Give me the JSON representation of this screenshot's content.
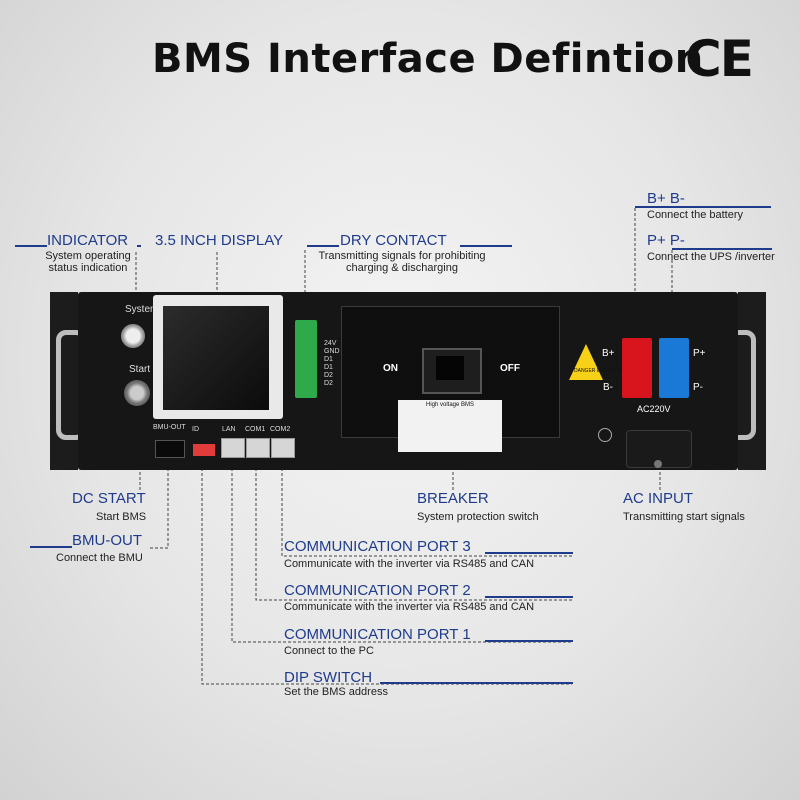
{
  "title": "BMS Interface Defintion",
  "cert_mark": "CE",
  "panel": {
    "system_label": "System",
    "start_label": "Start",
    "bmu_out_label": "BMU-OUT",
    "id_label": "ID",
    "lan_label": "LAN",
    "com1_label": "COM1",
    "com2_label": "COM2",
    "dry_contact_pins": [
      "24V",
      "GND",
      "D1",
      "D1",
      "D2",
      "D2"
    ],
    "breaker_on": "ON",
    "breaker_off": "OFF",
    "nameplate_title": "High voltage BMS",
    "bplus": "B+",
    "bminus": "B-",
    "pplus": "P+",
    "pminus": "P-",
    "ac_label": "AC220V",
    "warning_text": "DANGER ELECTRIC"
  },
  "callouts": {
    "indicator": {
      "label": "INDICATOR",
      "desc1": "System operating",
      "desc2": "status indication"
    },
    "display": {
      "label": "3.5 INCH DISPLAY"
    },
    "dry_contact": {
      "label": "DRY CONTACT",
      "desc1": "Transmitting signals for prohibiting",
      "desc2": "charging & discharging"
    },
    "bplus_bminus": {
      "label": "B+ B-",
      "desc": "Connect the battery"
    },
    "pplus_pminus": {
      "label": "P+ P-",
      "desc": "Connect the UPS /inverter"
    },
    "dc_start": {
      "label": "DC START",
      "desc": "Start BMS"
    },
    "bmu_out": {
      "label": "BMU-OUT",
      "desc": "Connect the BMU"
    },
    "breaker": {
      "label": "BREAKER",
      "desc": "System protection switch"
    },
    "ac_input": {
      "label": "AC INPUT",
      "desc": "Transmitting start signals"
    },
    "com3": {
      "label": "COMMUNICATION PORT 3",
      "desc": "Communicate with the inverter via RS485 and CAN"
    },
    "com2": {
      "label": "COMMUNICATION PORT 2",
      "desc": "Communicate with the inverter via RS485 and CAN"
    },
    "com1": {
      "label": "COMMUNICATION PORT 1",
      "desc": "Connect to the PC"
    },
    "dip": {
      "label": "DIP SWITCH",
      "desc": "Set the BMS address"
    }
  },
  "colors": {
    "accent": "#1f3b8c",
    "bplus": "#d8141c",
    "pplus": "#1a78d6",
    "dry_contact": "#2faa4a"
  }
}
